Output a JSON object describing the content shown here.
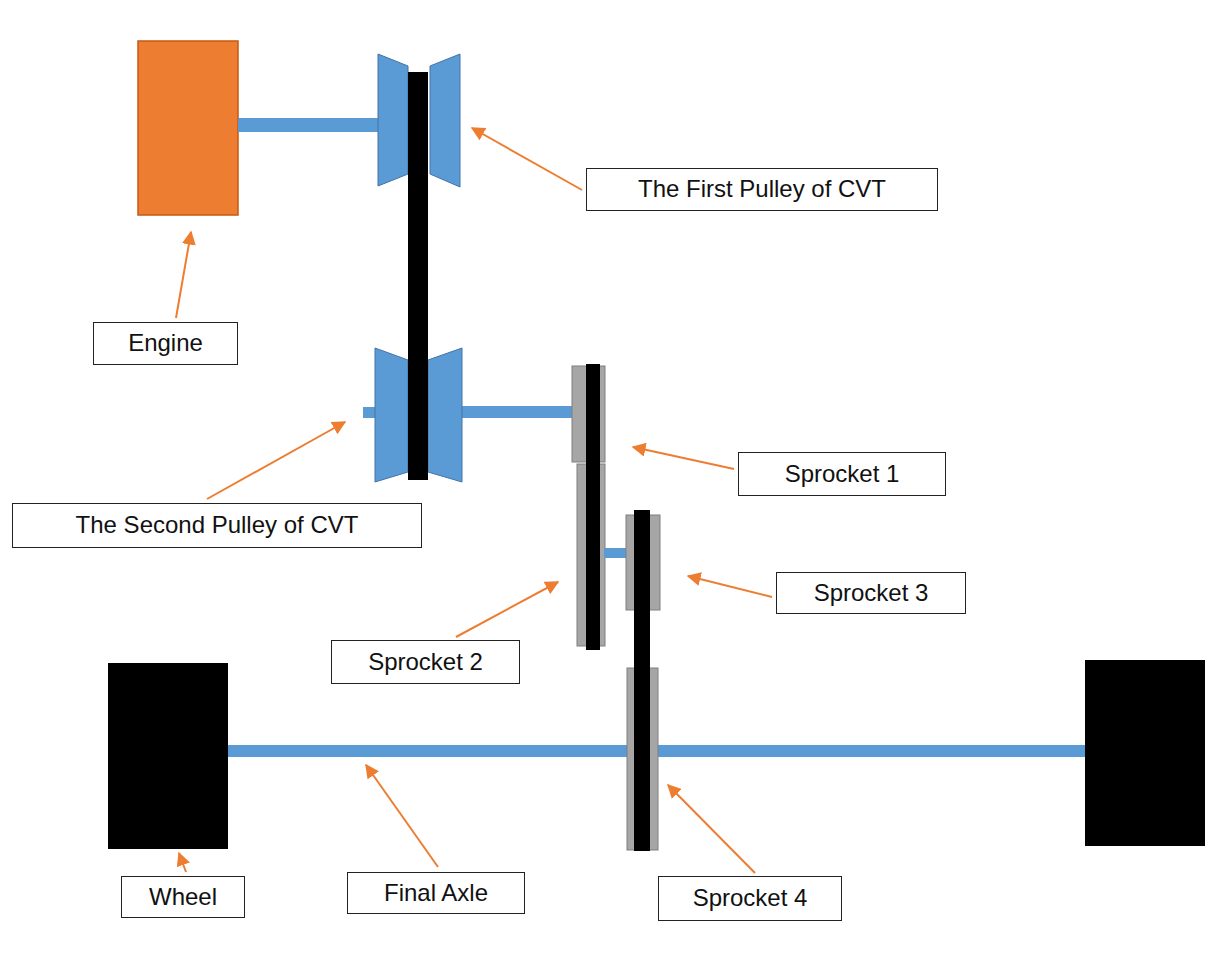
{
  "diagram": {
    "nodes": [
      {
        "text": [
          "The First Pulley of CVT"
        ]
      },
      {
        "text": [
          "Engine"
        ]
      },
      {
        "text": [
          "Sprocket 1"
        ]
      },
      {
        "text": [
          "The Second Pulley of CVT"
        ]
      },
      {
        "text": [
          "Sprocket 3"
        ]
      },
      {
        "text": [
          "Sprocket 2"
        ]
      },
      {
        "text": [
          "Final Axle"
        ]
      },
      {
        "text": [
          "Wheel"
        ]
      },
      {
        "text": [
          "Sprocket 4"
        ]
      }
    ]
  }
}
